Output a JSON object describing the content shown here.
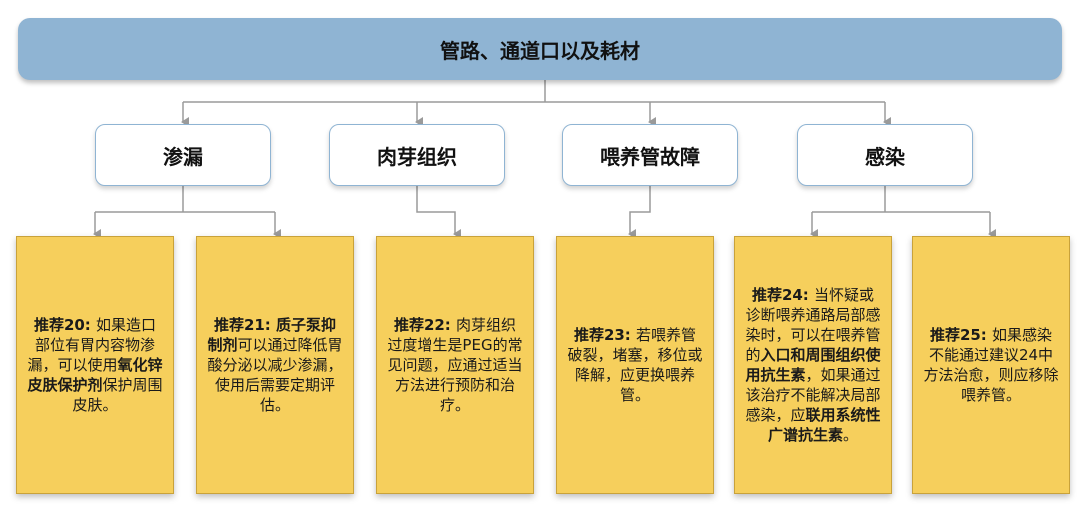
{
  "title": "管路、通道口以及耗材",
  "categories": [
    {
      "label": "渗漏"
    },
    {
      "label": "肉芽组织"
    },
    {
      "label": "喂养管故障"
    },
    {
      "label": "感染"
    }
  ],
  "recommendations": [
    {
      "segments": [
        {
          "text": "推荐20: ",
          "bold": true
        },
        {
          "text": "如果造口部位有胃内容物渗漏，可以使用",
          "bold": false
        },
        {
          "text": "氧化锌皮肤保护剂",
          "bold": true
        },
        {
          "text": "保护周围皮肤。",
          "bold": false
        }
      ]
    },
    {
      "segments": [
        {
          "text": "推荐21: 质子泵抑制剂",
          "bold": true
        },
        {
          "text": "可以通过降低胃酸分泌以减少渗漏，使用后需要定期评估。",
          "bold": false
        }
      ]
    },
    {
      "segments": [
        {
          "text": "推荐22: ",
          "bold": true
        },
        {
          "text": "肉芽组织过度增生是PEG的常见问题，应通过适当方法进行预防和治疗。",
          "bold": false
        }
      ]
    },
    {
      "segments": [
        {
          "text": "推荐23: ",
          "bold": true
        },
        {
          "text": "若喂养管破裂，堵塞，移位或降解，应更换喂养管。",
          "bold": false
        }
      ]
    },
    {
      "segments": [
        {
          "text": "推荐24: ",
          "bold": true
        },
        {
          "text": "当怀疑或诊断喂养通路局部感染时，可以在喂养管的",
          "bold": false
        },
        {
          "text": "入口和周围组织使用抗生素",
          "bold": true
        },
        {
          "text": "，如果通过该治疗不能解决局部感染，应",
          "bold": false
        },
        {
          "text": "联用系统性广谱抗生素",
          "bold": true
        },
        {
          "text": "。",
          "bold": false
        }
      ]
    },
    {
      "segments": [
        {
          "text": "推荐25: ",
          "bold": true
        },
        {
          "text": "如果感染不能通过建议24中方法治愈，则应移除喂养管。",
          "bold": false
        }
      ]
    }
  ]
}
